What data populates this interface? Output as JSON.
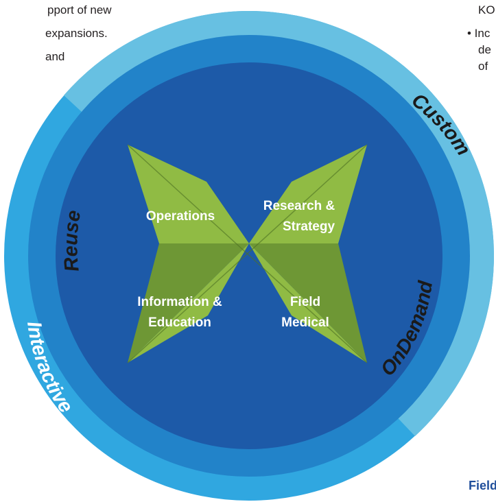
{
  "snippets": {
    "top_left_lines": [
      "pport of new",
      "expansions.",
      "and"
    ],
    "top_right_lines": [
      "KO",
      "• Inc",
      "de",
      "of"
    ],
    "bottom_right": "Field"
  },
  "ring_labels": {
    "reuse": "Reuse",
    "custom": "Custom",
    "ondemand": "OnDemand",
    "interactive": "Interactive"
  },
  "quadrants": {
    "operations": [
      "Operations"
    ],
    "research_strategy": [
      "Research &",
      "Strategy"
    ],
    "information_education": [
      "Information &",
      "Education"
    ],
    "field_medical": [
      "Field",
      "Medical"
    ]
  },
  "colors": {
    "outer_band": "#30a7e0",
    "light_band": "#67c0e2",
    "mid_band": "#2283c9",
    "inner_disk": "#1d5aa8",
    "star_green": "#8ab63f",
    "star_green_dark": "#6b8f32",
    "body_text": "#231f20",
    "field_text": "#1f4e9b"
  }
}
